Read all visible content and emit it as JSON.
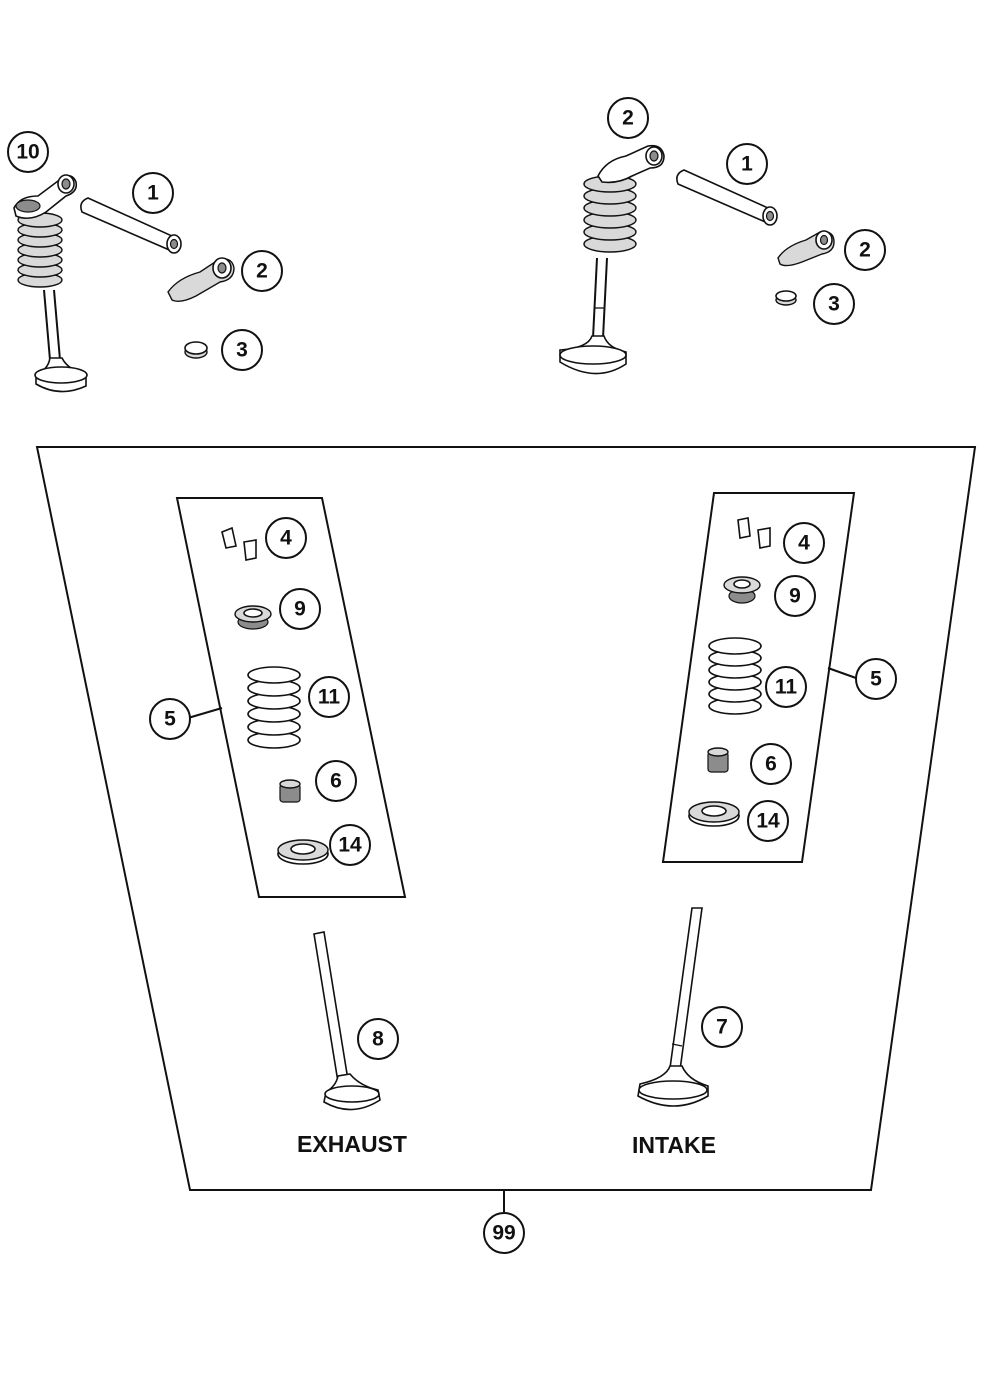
{
  "labels": {
    "exhaust": "EXHAUST",
    "intake": "INTAKE"
  },
  "callouts": {
    "exhaust_rocker_assembly": "10",
    "exhaust_rocker_shaft": "1",
    "exhaust_rocker_arm": "2",
    "exhaust_shim": "3",
    "intake_rocker_assembly": "2",
    "intake_rocker_shaft": "1",
    "intake_rocker_arm": "2",
    "intake_shim": "3",
    "exhaust_collets": "4",
    "exhaust_retainer": "9",
    "exhaust_spring": "11",
    "exhaust_set": "5",
    "exhaust_seal": "6",
    "exhaust_seat_washer": "14",
    "intake_collets": "4",
    "intake_retainer": "9",
    "intake_spring": "11",
    "intake_set": "5",
    "intake_seal": "6",
    "intake_seat_washer": "14",
    "exhaust_valve": "8",
    "intake_valve": "7",
    "kit": "99"
  }
}
